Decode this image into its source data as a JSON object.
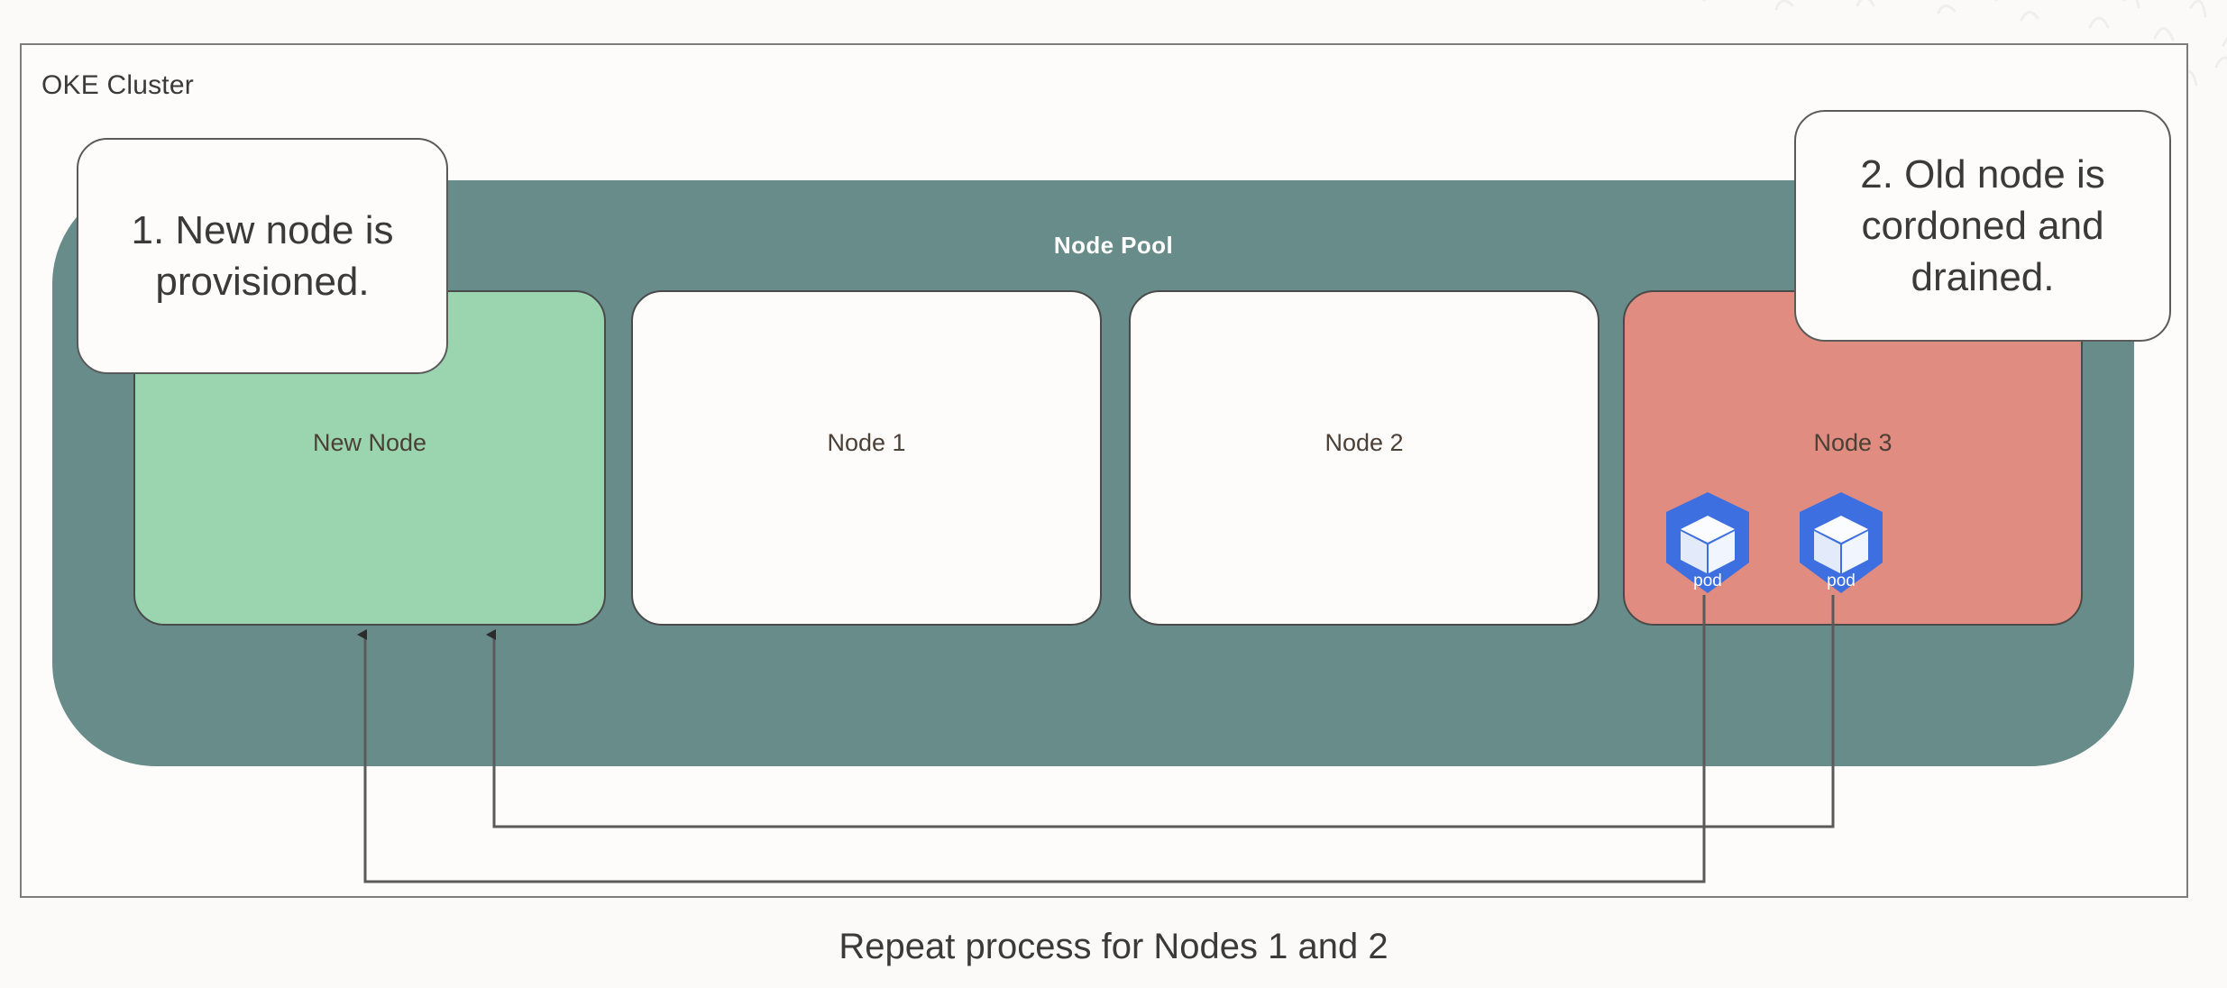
{
  "cluster": {
    "label": "OKE Cluster"
  },
  "node_pool": {
    "title": "Node Pool",
    "color": "#688c89"
  },
  "nodes": [
    {
      "label": "New Node",
      "state": "new",
      "color": "#9bd5af"
    },
    {
      "label": "Node 1",
      "state": "normal",
      "color": "#fdfcfa"
    },
    {
      "label": "Node 2",
      "state": "normal",
      "color": "#fdfcfa"
    },
    {
      "label": "Node 3",
      "state": "cordoned",
      "color": "#e08c80"
    }
  ],
  "pods": [
    {
      "label": "pod",
      "host": "Node 3",
      "color": "#3d6fe0"
    },
    {
      "label": "pod",
      "host": "Node 3",
      "color": "#3d6fe0"
    }
  ],
  "callouts": [
    {
      "id": "1",
      "text": "1. New node is provisioned."
    },
    {
      "id": "2",
      "text": "2. Old node is cordoned and drained."
    }
  ],
  "caption": "Repeat process for Nodes 1 and 2",
  "colors": {
    "teal": "#688c89",
    "green": "#9bd5af",
    "red": "#e08c80",
    "pod_blue": "#3d6fe0",
    "border": "#4a4a4a",
    "background": "#fbfaf8"
  }
}
